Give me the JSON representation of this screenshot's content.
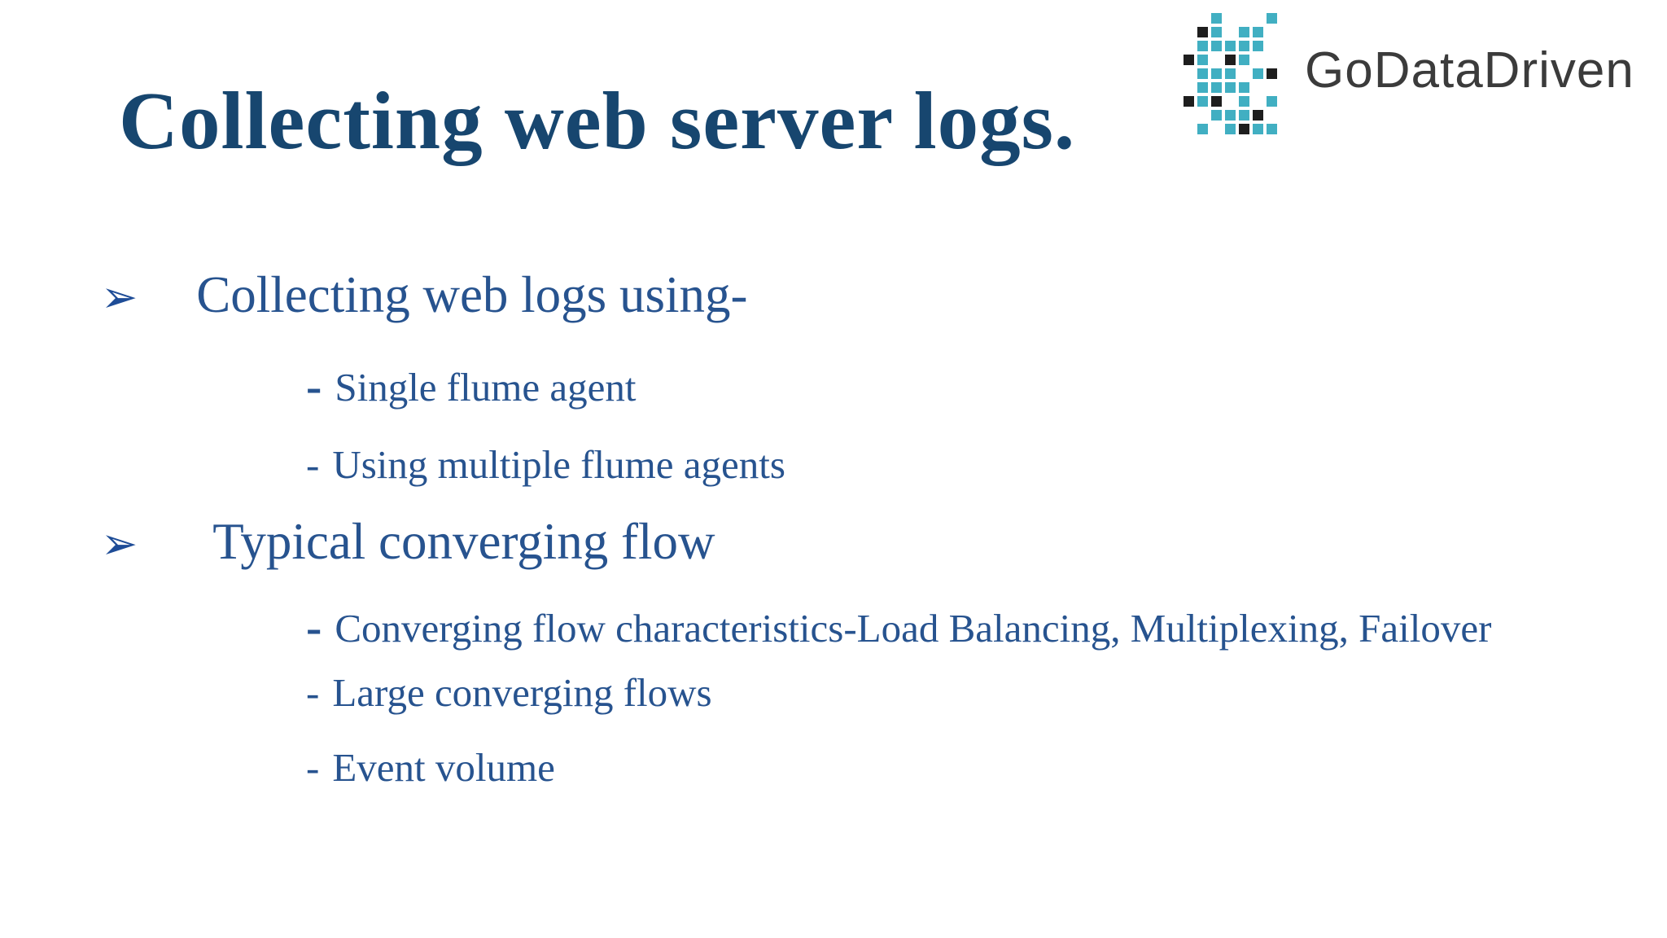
{
  "slide": {
    "title": "Collecting web server logs.",
    "bullet_glyph": "➢",
    "colors": {
      "title": "#17466f",
      "bullet_text": "#27538f",
      "arrow": "#1e4c97",
      "logo_teal": "#41afc2",
      "logo_black": "#1e1e1e",
      "logo_text": "#3b3b3b",
      "background": "#ffffff"
    },
    "logo": {
      "text": "GoDataDriven",
      "grid": [
        "..t...t",
        ".kt.tt.",
        ".ttttt.",
        "kt.kt..",
        ".ttt.tk",
        ".tttt..",
        "ktk.t.t",
        "..tttk.",
        ".t.tktt"
      ]
    },
    "bullets": [
      {
        "label": "Collecting web logs using-",
        "sub": [
          {
            "dash": "-",
            "bold_dash": true,
            "label": "Single flume agent"
          },
          {
            "dash": "-",
            "bold_dash": false,
            "label": "Using multiple flume agents"
          }
        ]
      },
      {
        "label": "Typical converging flow",
        "sub": [
          {
            "dash": "-",
            "bold_dash": true,
            "label": "Converging flow characteristics-Load Balancing, Multiplexing, Failover"
          },
          {
            "dash": "-",
            "bold_dash": false,
            "label": "Large converging flows"
          },
          {
            "dash": "-",
            "bold_dash": false,
            "label": "Event volume"
          }
        ]
      }
    ]
  }
}
